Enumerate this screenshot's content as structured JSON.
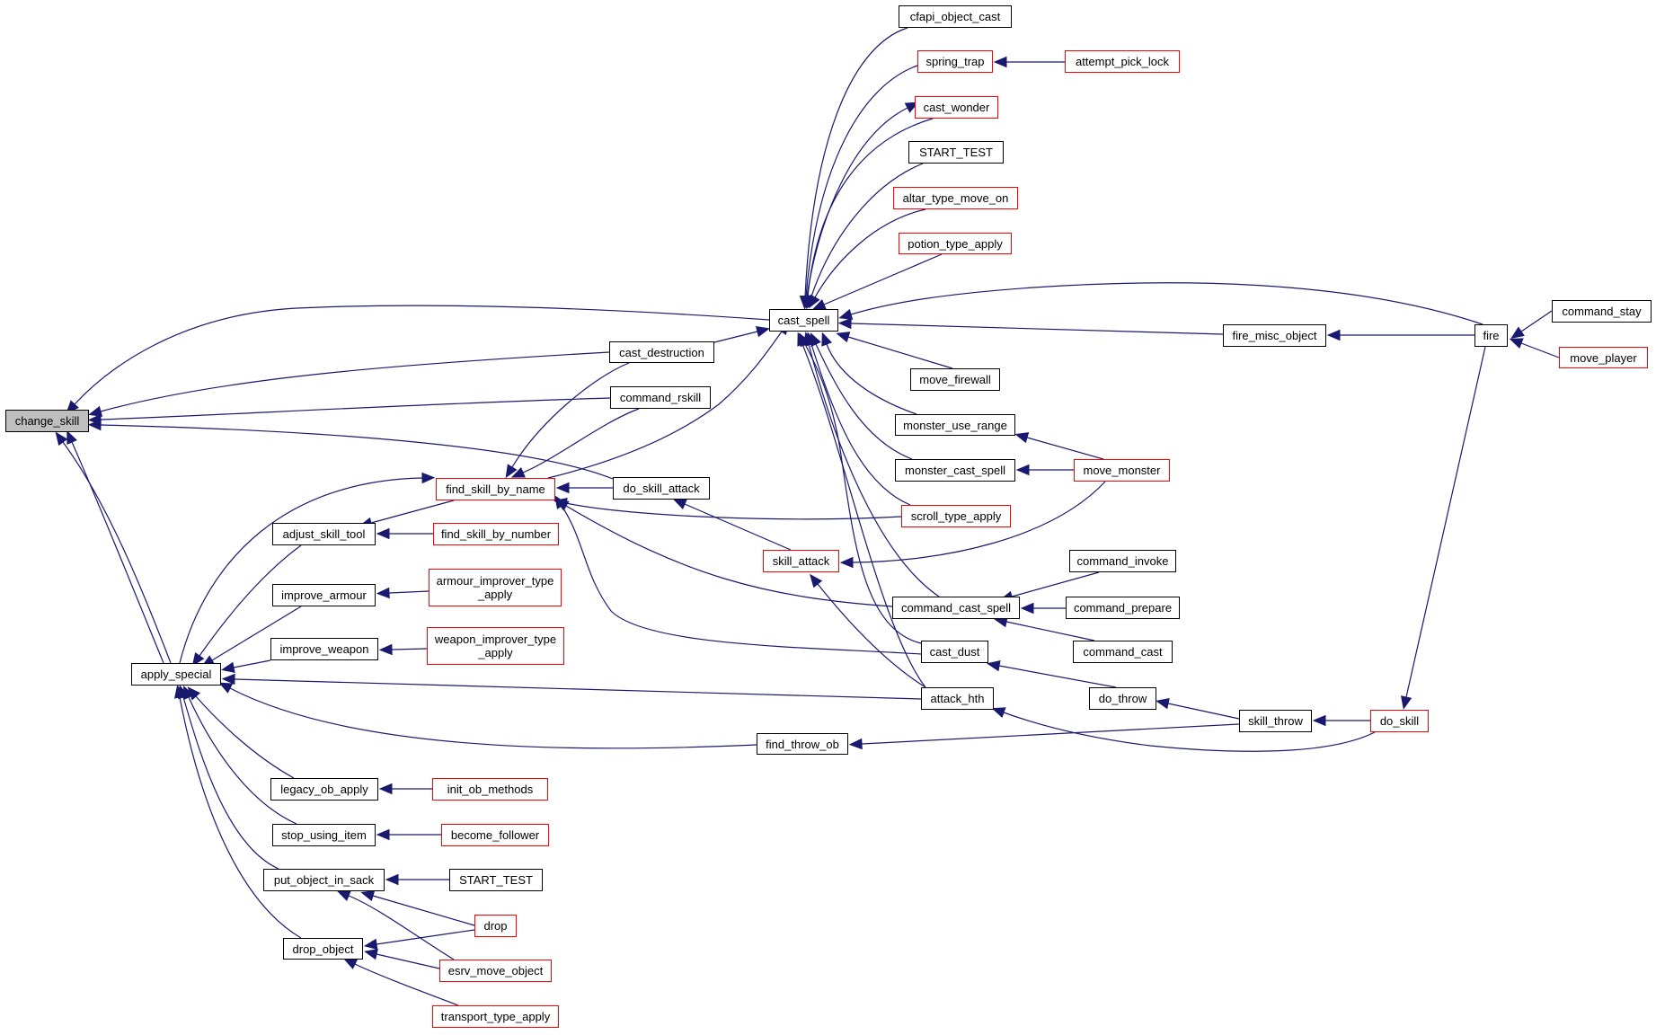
{
  "title": "change_skill caller graph",
  "colors": {
    "edge": "#191970",
    "node_border_default": "#000000",
    "node_border_truncated": "#ff0000",
    "root_fill": "#bfbfbf",
    "background": "#ffffff"
  },
  "nodes": [
    {
      "id": "change_skill",
      "label": "change_skill",
      "style": "root"
    },
    {
      "id": "apply_special",
      "label": "apply_special",
      "style": "normal"
    },
    {
      "id": "cast_spell",
      "label": "cast_spell",
      "style": "normal"
    },
    {
      "id": "cfapi_object_cast",
      "label": "cfapi_object_cast",
      "style": "normal"
    },
    {
      "id": "spring_trap",
      "label": "spring_trap",
      "style": "truncated"
    },
    {
      "id": "attempt_pick_lock",
      "label": "attempt_pick_lock",
      "style": "truncated"
    },
    {
      "id": "cast_wonder",
      "label": "cast_wonder",
      "style": "truncated"
    },
    {
      "id": "START_TEST_1",
      "label": "START_TEST",
      "style": "normal"
    },
    {
      "id": "altar_type_move_on",
      "label": "altar_type_move_on",
      "style": "truncated"
    },
    {
      "id": "potion_type_apply",
      "label": "potion_type_apply",
      "style": "truncated"
    },
    {
      "id": "fire",
      "label": "fire",
      "style": "normal"
    },
    {
      "id": "command_stay",
      "label": "command_stay",
      "style": "normal"
    },
    {
      "id": "move_player",
      "label": "move_player",
      "style": "truncated"
    },
    {
      "id": "fire_misc_object",
      "label": "fire_misc_object",
      "style": "normal"
    },
    {
      "id": "cast_destruction",
      "label": "cast_destruction",
      "style": "normal"
    },
    {
      "id": "command_rskill",
      "label": "command_rskill",
      "style": "normal"
    },
    {
      "id": "move_firewall",
      "label": "move_firewall",
      "style": "normal"
    },
    {
      "id": "monster_use_range",
      "label": "monster_use_range",
      "style": "normal"
    },
    {
      "id": "monster_cast_spell",
      "label": "monster_cast_spell",
      "style": "normal"
    },
    {
      "id": "move_monster",
      "label": "move_monster",
      "style": "truncated"
    },
    {
      "id": "find_skill_by_name",
      "label": "find_skill_by_name",
      "style": "truncated"
    },
    {
      "id": "do_skill_attack",
      "label": "do_skill_attack",
      "style": "normal"
    },
    {
      "id": "scroll_type_apply",
      "label": "scroll_type_apply",
      "style": "truncated"
    },
    {
      "id": "adjust_skill_tool",
      "label": "adjust_skill_tool",
      "style": "normal"
    },
    {
      "id": "find_skill_by_number",
      "label": "find_skill_by_number",
      "style": "truncated"
    },
    {
      "id": "skill_attack",
      "label": "skill_attack",
      "style": "truncated"
    },
    {
      "id": "command_invoke",
      "label": "command_invoke",
      "style": "normal"
    },
    {
      "id": "improve_armour",
      "label": "improve_armour",
      "style": "normal"
    },
    {
      "id": "armour_improver_type_apply",
      "label": "armour_improver_type\n_apply",
      "style": "truncated"
    },
    {
      "id": "command_cast_spell",
      "label": "command_cast_spell",
      "style": "normal"
    },
    {
      "id": "command_prepare",
      "label": "command_prepare",
      "style": "normal"
    },
    {
      "id": "improve_weapon",
      "label": "improve_weapon",
      "style": "normal"
    },
    {
      "id": "weapon_improver_type_apply",
      "label": "weapon_improver_type\n_apply",
      "style": "truncated"
    },
    {
      "id": "cast_dust",
      "label": "cast_dust",
      "style": "normal"
    },
    {
      "id": "command_cast",
      "label": "command_cast",
      "style": "normal"
    },
    {
      "id": "do_throw",
      "label": "do_throw",
      "style": "normal"
    },
    {
      "id": "attack_hth",
      "label": "attack_hth",
      "style": "normal"
    },
    {
      "id": "skill_throw",
      "label": "skill_throw",
      "style": "normal"
    },
    {
      "id": "do_skill",
      "label": "do_skill",
      "style": "truncated"
    },
    {
      "id": "find_throw_ob",
      "label": "find_throw_ob",
      "style": "normal"
    },
    {
      "id": "legacy_ob_apply",
      "label": "legacy_ob_apply",
      "style": "normal"
    },
    {
      "id": "init_ob_methods",
      "label": "init_ob_methods",
      "style": "truncated"
    },
    {
      "id": "stop_using_item",
      "label": "stop_using_item",
      "style": "normal"
    },
    {
      "id": "become_follower",
      "label": "become_follower",
      "style": "truncated"
    },
    {
      "id": "put_object_in_sack",
      "label": "put_object_in_sack",
      "style": "normal"
    },
    {
      "id": "START_TEST_2",
      "label": "START_TEST",
      "style": "normal"
    },
    {
      "id": "drop",
      "label": "drop",
      "style": "truncated"
    },
    {
      "id": "drop_object",
      "label": "drop_object",
      "style": "normal"
    },
    {
      "id": "esrv_move_object",
      "label": "esrv_move_object",
      "style": "truncated"
    },
    {
      "id": "transport_type_apply",
      "label": "transport_type_apply",
      "style": "truncated"
    }
  ],
  "edges": [
    {
      "from": "cast_spell",
      "to": "change_skill"
    },
    {
      "from": "cast_destruction",
      "to": "change_skill"
    },
    {
      "from": "command_rskill",
      "to": "change_skill"
    },
    {
      "from": "do_skill_attack",
      "to": "change_skill"
    },
    {
      "from": "apply_special",
      "to": "change_skill"
    },
    {
      "from": "apply_special",
      "to": "change_skill",
      "variant": 2
    },
    {
      "from": "cast_destruction",
      "to": "cast_spell"
    },
    {
      "from": "cfapi_object_cast",
      "to": "cast_spell"
    },
    {
      "from": "spring_trap",
      "to": "cast_spell"
    },
    {
      "from": "cast_wonder",
      "to": "cast_spell"
    },
    {
      "from": "cast_spell",
      "to": "cast_wonder"
    },
    {
      "from": "START_TEST_1",
      "to": "cast_spell"
    },
    {
      "from": "altar_type_move_on",
      "to": "cast_spell"
    },
    {
      "from": "potion_type_apply",
      "to": "cast_spell"
    },
    {
      "from": "fire",
      "to": "cast_spell"
    },
    {
      "from": "fire_misc_object",
      "to": "cast_spell"
    },
    {
      "from": "move_firewall",
      "to": "cast_spell"
    },
    {
      "from": "monster_use_range",
      "to": "cast_spell"
    },
    {
      "from": "monster_cast_spell",
      "to": "cast_spell"
    },
    {
      "from": "scroll_type_apply",
      "to": "cast_spell"
    },
    {
      "from": "command_cast_spell",
      "to": "cast_spell"
    },
    {
      "from": "cast_dust",
      "to": "cast_spell"
    },
    {
      "from": "attack_hth",
      "to": "cast_spell"
    },
    {
      "from": "find_skill_by_name",
      "to": "cast_spell"
    },
    {
      "from": "attempt_pick_lock",
      "to": "spring_trap"
    },
    {
      "from": "fire",
      "to": "fire_misc_object"
    },
    {
      "from": "command_stay",
      "to": "fire"
    },
    {
      "from": "move_player",
      "to": "fire"
    },
    {
      "from": "fire",
      "to": "do_skill"
    },
    {
      "from": "move_monster",
      "to": "monster_use_range"
    },
    {
      "from": "move_monster",
      "to": "monster_cast_spell"
    },
    {
      "from": "move_monster",
      "to": "skill_attack"
    },
    {
      "from": "cast_destruction",
      "to": "find_skill_by_name"
    },
    {
      "from": "command_rskill",
      "to": "find_skill_by_name"
    },
    {
      "from": "do_skill_attack",
      "to": "find_skill_by_name"
    },
    {
      "from": "scroll_type_apply",
      "to": "find_skill_by_name"
    },
    {
      "from": "command_cast_spell",
      "to": "find_skill_by_name"
    },
    {
      "from": "cast_dust",
      "to": "find_skill_by_name"
    },
    {
      "from": "apply_special",
      "to": "find_skill_by_name"
    },
    {
      "from": "find_skill_by_name",
      "to": "adjust_skill_tool"
    },
    {
      "from": "skill_attack",
      "to": "do_skill_attack"
    },
    {
      "from": "find_skill_by_number",
      "to": "adjust_skill_tool"
    },
    {
      "from": "attack_hth",
      "to": "skill_attack"
    },
    {
      "from": "armour_improver_type_apply",
      "to": "improve_armour"
    },
    {
      "from": "weapon_improver_type_apply",
      "to": "improve_weapon"
    },
    {
      "from": "command_invoke",
      "to": "command_cast_spell"
    },
    {
      "from": "command_prepare",
      "to": "command_cast_spell"
    },
    {
      "from": "command_cast",
      "to": "command_cast_spell"
    },
    {
      "from": "do_throw",
      "to": "cast_dust"
    },
    {
      "from": "skill_throw",
      "to": "do_throw"
    },
    {
      "from": "do_skill",
      "to": "skill_throw"
    },
    {
      "from": "do_skill",
      "to": "attack_hth"
    },
    {
      "from": "skill_throw",
      "to": "find_throw_ob"
    },
    {
      "from": "adjust_skill_tool",
      "to": "apply_special"
    },
    {
      "from": "improve_armour",
      "to": "apply_special"
    },
    {
      "from": "improve_weapon",
      "to": "apply_special"
    },
    {
      "from": "attack_hth",
      "to": "apply_special"
    },
    {
      "from": "find_throw_ob",
      "to": "apply_special"
    },
    {
      "from": "legacy_ob_apply",
      "to": "apply_special"
    },
    {
      "from": "stop_using_item",
      "to": "apply_special"
    },
    {
      "from": "put_object_in_sack",
      "to": "apply_special"
    },
    {
      "from": "drop_object",
      "to": "apply_special"
    },
    {
      "from": "init_ob_methods",
      "to": "legacy_ob_apply"
    },
    {
      "from": "become_follower",
      "to": "stop_using_item"
    },
    {
      "from": "START_TEST_2",
      "to": "put_object_in_sack"
    },
    {
      "from": "drop",
      "to": "put_object_in_sack"
    },
    {
      "from": "esrv_move_object",
      "to": "put_object_in_sack"
    },
    {
      "from": "drop",
      "to": "drop_object"
    },
    {
      "from": "esrv_move_object",
      "to": "drop_object"
    },
    {
      "from": "transport_type_apply",
      "to": "drop_object"
    }
  ]
}
